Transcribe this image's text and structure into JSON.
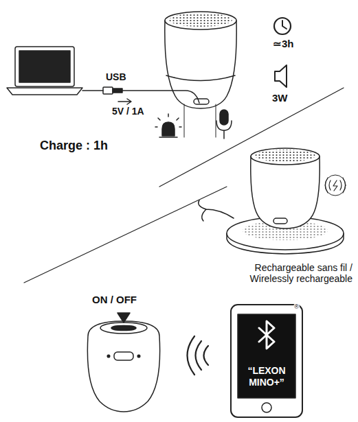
{
  "diagram": {
    "nodes": [
      {
        "text": [
          "®",
          "“LEXON MINO+”"
        ]
      }
    ],
    "labels": [
      "USB",
      "5V / 1A",
      "Charge : 1h",
      "≃3h",
      "3W",
      "Rechargeable sans fil / Wirelessly rechargeable",
      "ON / OFF"
    ]
  }
}
